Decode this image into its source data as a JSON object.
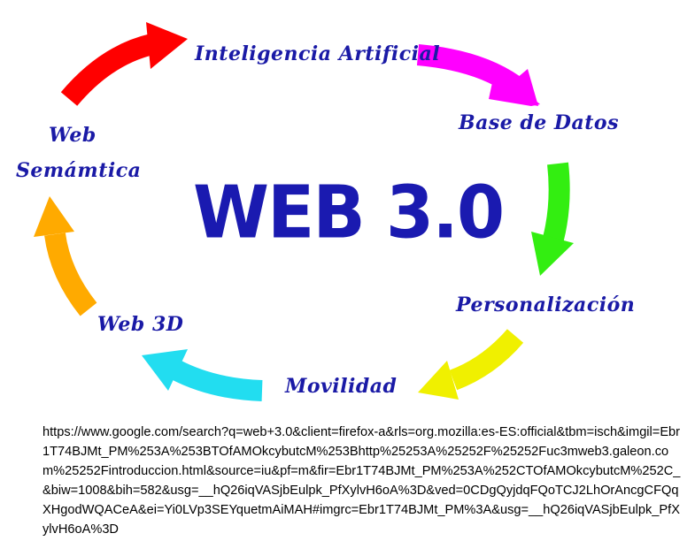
{
  "diagram": {
    "center_title": "WEB 3.0",
    "nodes": [
      {
        "label": "Inteligencia Artificial",
        "arrow_color": "#ff00ff"
      },
      {
        "label": "Base de Datos",
        "arrow_color": "#33ee11"
      },
      {
        "label": "Personalización",
        "arrow_color": "#f0f000"
      },
      {
        "label": "Movilidad",
        "arrow_color": "#22ddf0"
      },
      {
        "label": "Web 3D",
        "arrow_color": "#ffaa00"
      },
      {
        "label_line1": "Web",
        "label_line2": "Semámtica",
        "arrow_color": "#ff0000"
      }
    ]
  },
  "source_url": "https://www.google.com/search?q=web+3.0&client=firefox-a&rls=org.mozilla:es-ES:official&tbm=isch&imgil=Ebr1T74BJMt_PM%253A%253BTOfAMOkcybutcM%253Bhttp%25253A%25252F%25252Fuc3mweb3.galeon.com%25252Fintroduccion.html&source=iu&pf=m&fir=Ebr1T74BJMt_PM%253A%252CTOfAMOkcybutcM%252C_&biw=1008&bih=582&usg=__hQ26iqVASjbEulpk_PfXylvH6oA%3D&ved=0CDgQyjdqFQoTCJ2LhOrAncgCFQqXHgodWQACeA&ei=Yi0LVp3SEYquetmAiMAH#imgrc=Ebr1T74BJMt_PM%3A&usg=__hQ26iqVASjbEulpk_PfXylvH6oA%3D"
}
